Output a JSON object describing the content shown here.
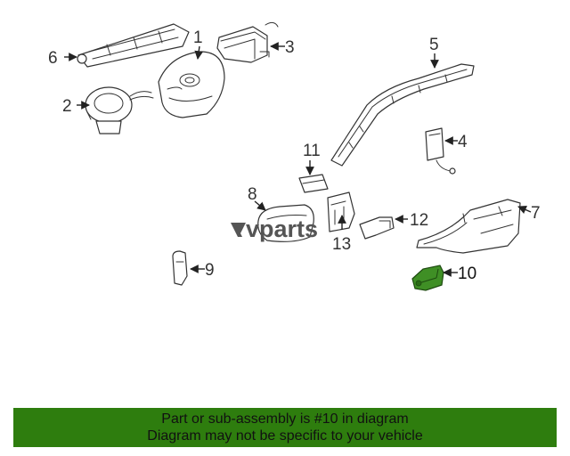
{
  "diagram": {
    "callouts": [
      "1",
      "2",
      "3",
      "4",
      "5",
      "6",
      "7",
      "8",
      "9",
      "10",
      "11",
      "12",
      "13"
    ],
    "highlighted_part": "10",
    "highlight_color": "#3f8f25",
    "watermark": "vparts"
  },
  "banner": {
    "line1": "Part or sub-assembly is #10 in diagram",
    "line2": "Diagram may not be specific to your vehicle",
    "background": "#2e7d0e"
  }
}
